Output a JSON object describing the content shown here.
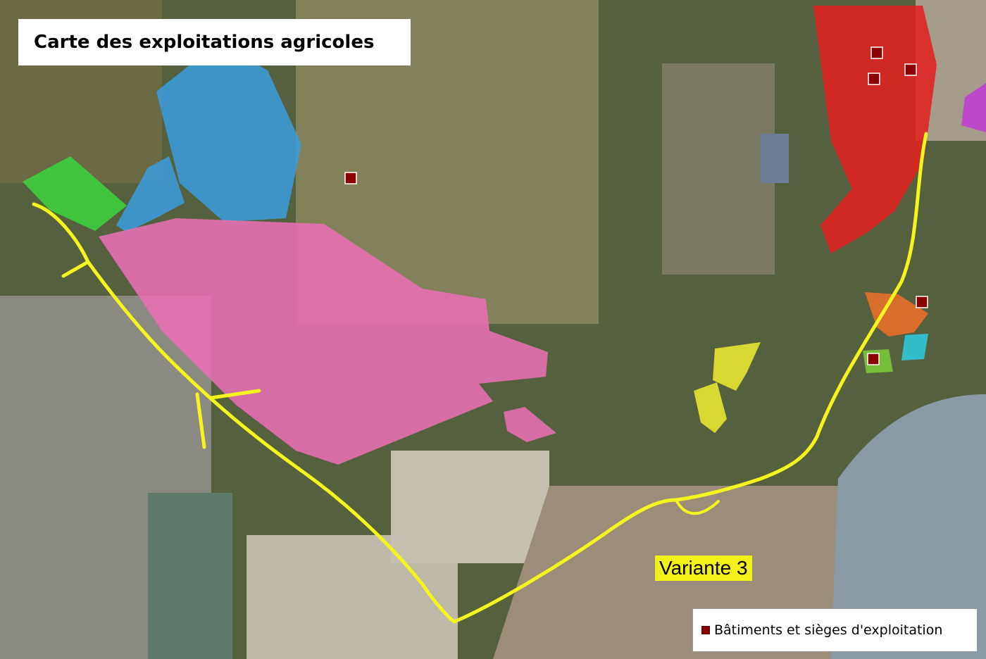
{
  "map": {
    "title": "Carte des exploitations agricoles",
    "route_label": "Variante 3",
    "legend": {
      "items": [
        {
          "label": "Bâtiments et sièges d'exploitation",
          "color": "#8b0000",
          "symbol": "square-marker"
        }
      ]
    },
    "colors": {
      "route": "#f5f51e",
      "parcel_pink": "#e66fb0",
      "parcel_blue": "#3d9ad6",
      "parcel_green": "#3ecf3e",
      "parcel_red": "#e02020",
      "parcel_yellow": "#e6e630",
      "parcel_orange": "#e8702a",
      "parcel_cyan": "#30c8d8",
      "parcel_lightgreen": "#7ac83a",
      "parcel_purple": "#c040d0",
      "building_marker": "#8b0000",
      "water": "#8a9aa4"
    }
  }
}
